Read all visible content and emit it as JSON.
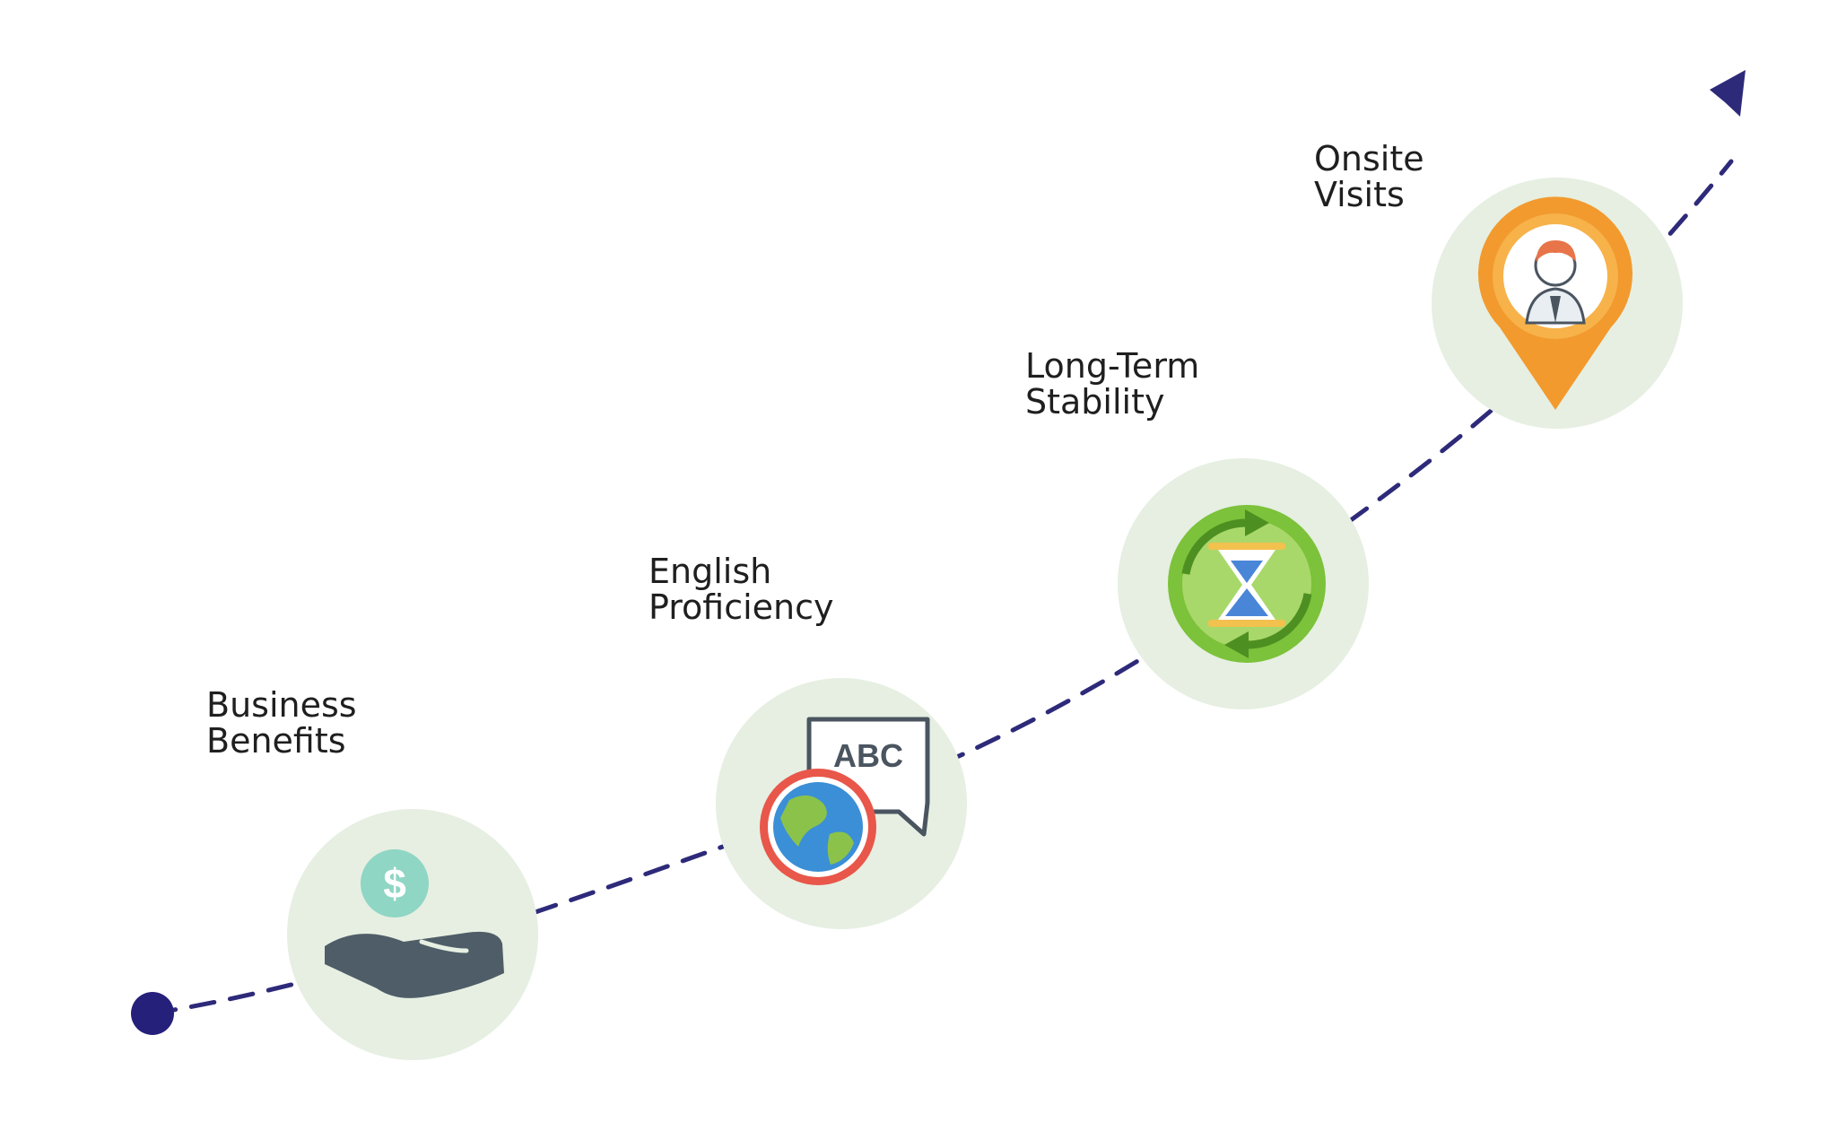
{
  "colors": {
    "path": "#2e2a7a",
    "circle_bg": "#e6efe2",
    "label_text": "#1f1f1f",
    "hand": "#4f5d68",
    "coin": "#8fd6c4",
    "globe_ring": "#e8574a",
    "globe_ocean": "#3b8fd6",
    "globe_land": "#8bc34a",
    "hourglass_green": "#7cc23a",
    "hourglass_blue": "#4a86d8",
    "hourglass_frame": "#f2c14e",
    "pin_orange": "#f29a2e",
    "pin_ring": "#f7b24a"
  },
  "steps": [
    {
      "line1": "Business",
      "line2": "Benefits",
      "icon": "hand-with-dollar-coin-icon",
      "coin_symbol": "$"
    },
    {
      "line1": "English",
      "line2": "Proficiency",
      "icon": "globe-speech-bubble-icon",
      "bubble_text": "ABC"
    },
    {
      "line1": "Long-Term",
      "line2": "Stability",
      "icon": "hourglass-cycle-icon"
    },
    {
      "line1": "Onsite",
      "line2": "Visits",
      "icon": "location-pin-person-icon"
    }
  ]
}
